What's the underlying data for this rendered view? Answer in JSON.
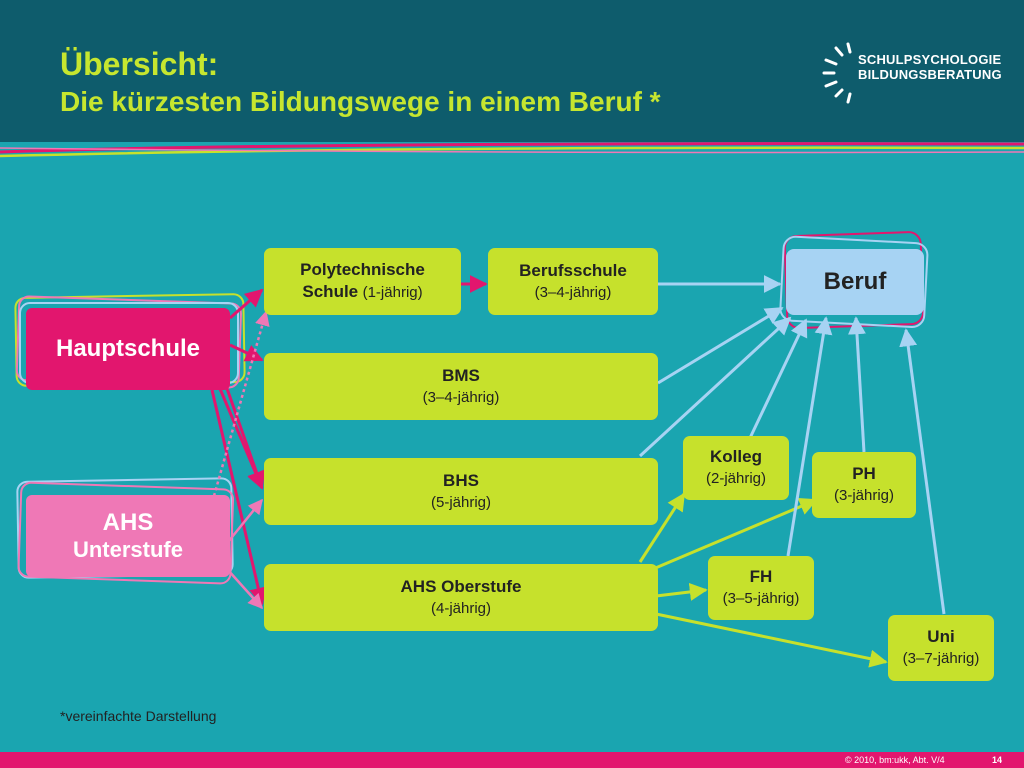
{
  "header": {
    "title_line1": "Übersicht:",
    "title_line2": "Die kürzesten Bildungswege in einem Beruf *",
    "logo_line1": "SCHULPSYCHOLOGIE",
    "logo_line2": "BILDUNGSBERATUNG"
  },
  "nodes": {
    "hauptschule": "Hauptschule",
    "ahs_title": "AHS",
    "ahs_sub": "Unterstufe",
    "poly_title": "Polytechnische",
    "poly_line2": "Schule",
    "poly_duration": "(1-jährig)",
    "berufsschule_title": "Berufsschule",
    "berufsschule_duration": "(3–4-jährig)",
    "bms_title": "BMS",
    "bms_duration": "(3–4-jährig)",
    "bhs_title": "BHS",
    "bhs_duration": "(5-jährig)",
    "ahs_ober_title": "AHS Oberstufe",
    "ahs_ober_duration": "(4-jährig)",
    "kolleg_title": "Kolleg",
    "kolleg_duration": "(2-jährig)",
    "ph_title": "PH",
    "ph_duration": "(3-jährig)",
    "fh_title": "FH",
    "fh_duration": "(3–5-jährig)",
    "uni_title": "Uni",
    "uni_duration": "(3–7-jährig)",
    "beruf": "Beruf"
  },
  "footnote": "*vereinfachte Darstellung",
  "footer": {
    "copyright": "© 2010, bm:ukk, Abt. V/4",
    "page_number": "14"
  },
  "colors": {
    "background": "#1aa5b0",
    "header": "#0e5c6c",
    "accent_green": "#c6e12c",
    "accent_pink": "#e2166e",
    "light_pink": "#ef78b6",
    "light_blue": "#a7d3f3"
  }
}
